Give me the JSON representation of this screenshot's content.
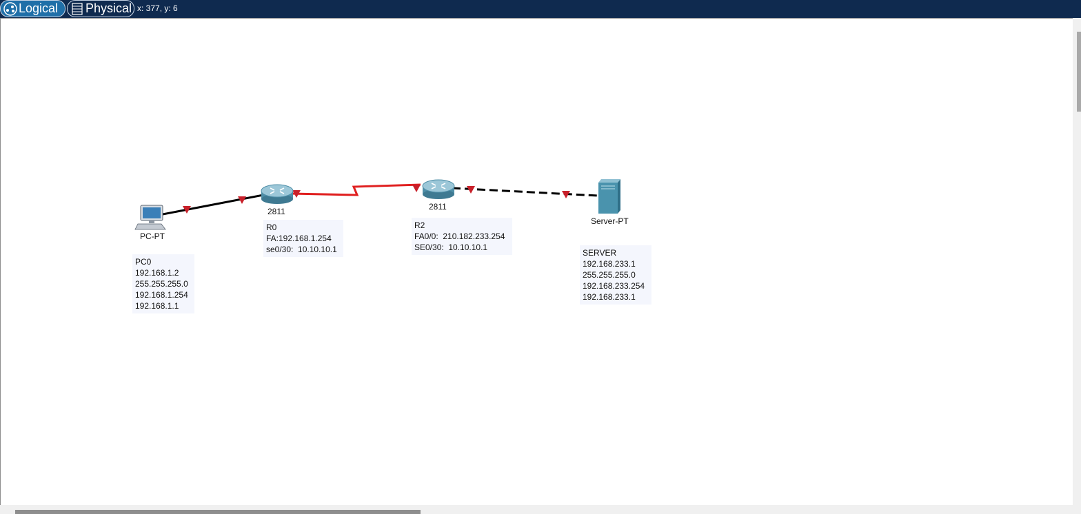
{
  "toolbar": {
    "tabs": [
      {
        "label": "Logical",
        "icon": "logical-network-icon",
        "active": true
      },
      {
        "label": "Physical",
        "icon": "physical-rack-icon",
        "active": false
      }
    ],
    "cursor_coords": "x: 377, y: 6"
  },
  "devices": {
    "pc": {
      "model": "PC-PT",
      "icon": "pc-icon"
    },
    "r0": {
      "model": "2811",
      "icon": "router-icon"
    },
    "r2": {
      "model": "2811",
      "icon": "router-icon"
    },
    "server": {
      "model": "Server-PT",
      "icon": "server-icon"
    }
  },
  "notes": {
    "pc0": [
      "PC0",
      "192.168.1.2",
      "255.255.255.0",
      "192.168.1.254",
      "192.168.1.1"
    ],
    "r0": [
      "R0",
      "FA:192.168.1.254",
      "se0/30:  10.10.10.1"
    ],
    "r2": [
      "R2",
      "FA0/0:  210.182.233.254",
      "SE0/30:  10.10.10.1"
    ],
    "server": [
      "SERVER",
      "192.168.233.1",
      "255.255.255.0",
      "192.168.233.254",
      "192.168.233.1"
    ]
  },
  "colors": {
    "topbar": "#0f2a4f",
    "active_tab": "#1f6fa8",
    "serial_link": "#e02020",
    "link_indicator": "#c8202a",
    "note_bg": "#f4f6fd"
  }
}
